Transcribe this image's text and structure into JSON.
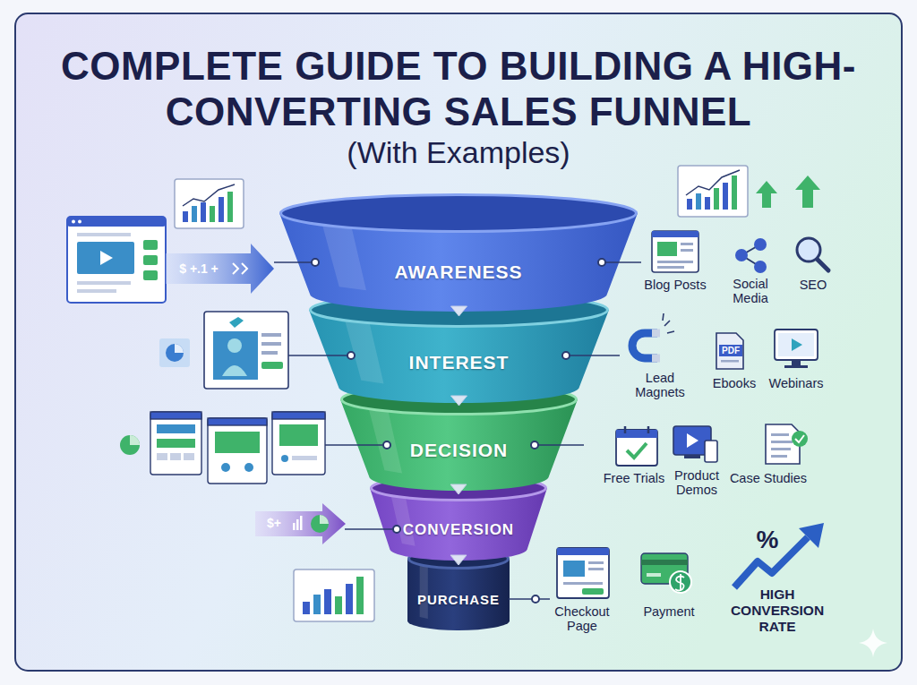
{
  "diagram": {
    "title": "COMPLETE GUIDE TO BUILDING A HIGH-CONVERTING SALES FUNNEL",
    "nodes": [
      {
        "text": [
          "AWARENESS"
        ]
      },
      {
        "text": [
          "INTEREST"
        ]
      },
      {
        "text": [
          "DECISION"
        ]
      },
      {
        "text": [
          "CONVERSION"
        ]
      },
      {
        "text": [
          "PURCHASE"
        ]
      }
    ],
    "edges": [
      {
        "from": 0,
        "to": 1,
        "arrow": "to"
      },
      {
        "from": 1,
        "to": 2,
        "arrow": "to"
      },
      {
        "from": 2,
        "to": 3,
        "arrow": "to"
      },
      {
        "from": 3,
        "to": 4,
        "arrow": "to"
      }
    ],
    "labels": [
      "(With Examples)",
      "$ +.1 +",
      "Blog Posts",
      "Social Media",
      "SEO",
      "Lead Magnets",
      "PDF",
      "Ebooks",
      "Webinars",
      "Free Trials",
      "Product Demos",
      "Case Studies",
      "$+",
      "Checkout Page",
      "Payment",
      "%",
      "HIGH CONVERSION RATE"
    ]
  }
}
